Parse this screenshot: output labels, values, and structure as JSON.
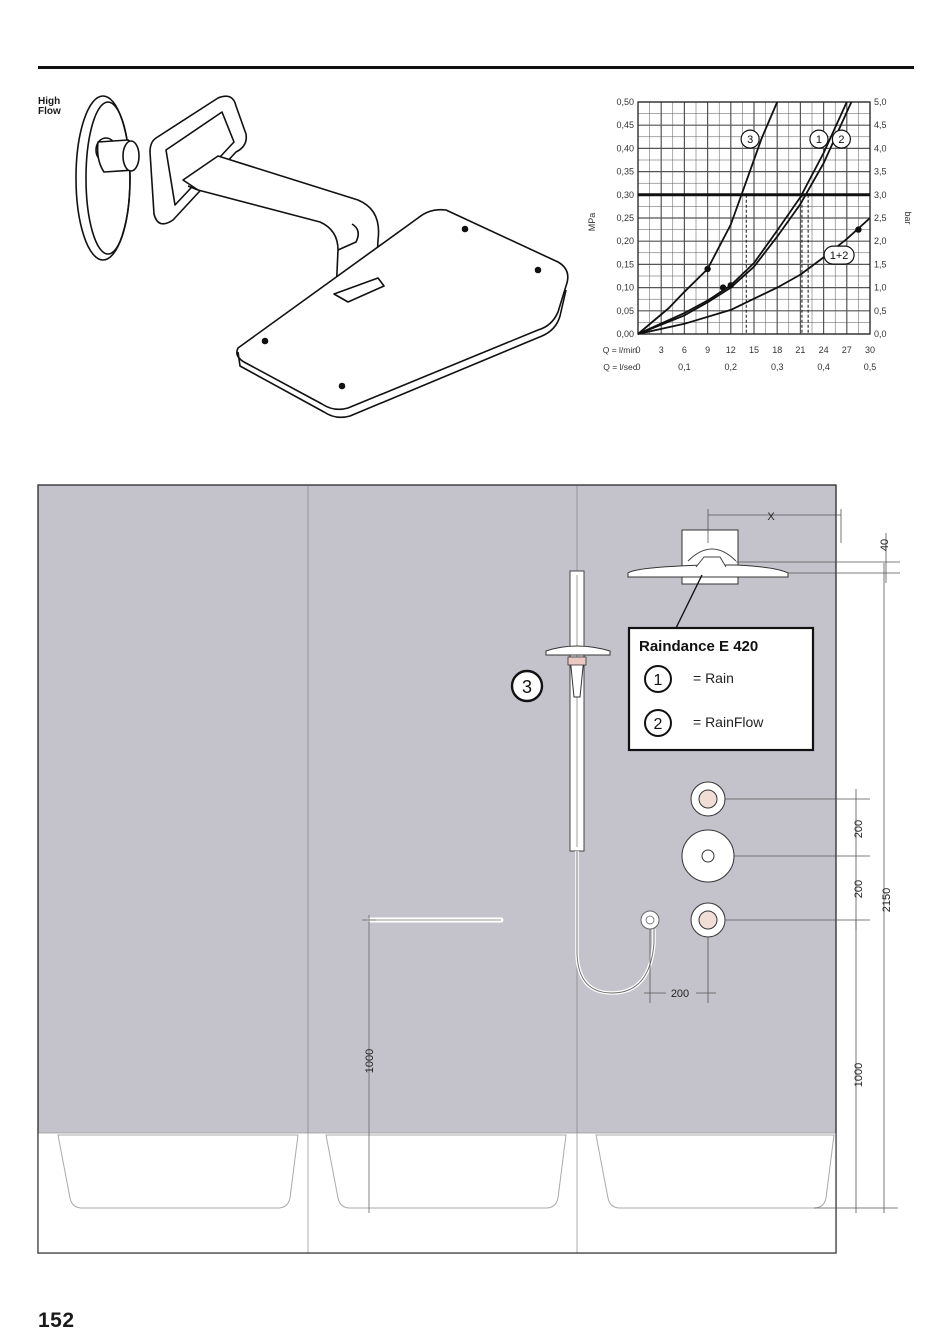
{
  "header": {
    "high_flow_line1": "High",
    "high_flow_line2": "Flow"
  },
  "page_number": "152",
  "chart_data": {
    "type": "line",
    "x_axis_rows": [
      {
        "label": "Q = l/min",
        "ticks": [
          "0",
          "3",
          "6",
          "9",
          "12",
          "15",
          "18",
          "21",
          "24",
          "27",
          "30"
        ]
      },
      {
        "label": "Q = l/sec",
        "ticks": [
          "0",
          "0,1",
          "0,2",
          "0,3",
          "0,4",
          "0,5"
        ]
      }
    ],
    "y_left": {
      "label": "MPa",
      "ticks": [
        "0,00",
        "0,05",
        "0,10",
        "0,15",
        "0,20",
        "0,25",
        "0,30",
        "0,35",
        "0,40",
        "0,45",
        "0,50"
      ]
    },
    "y_right": {
      "label": "bar",
      "ticks": [
        "0,0",
        "0,5",
        "1,0",
        "1,5",
        "2,0",
        "2,5",
        "3,0",
        "3,5",
        "4,0",
        "4,5",
        "5,0"
      ]
    },
    "xlim": [
      0,
      30
    ],
    "ylim": [
      0,
      0.5
    ],
    "reference_line_y": 0.3,
    "grid": true,
    "series": [
      {
        "name": "3",
        "x": [
          0,
          4,
          6,
          9,
          12,
          14,
          16,
          18
        ],
        "y": [
          0,
          0.056,
          0.091,
          0.14,
          0.236,
          0.329,
          0.422,
          0.5
        ],
        "marker_x": 9,
        "marker_y": 0.14,
        "ref_x": 14
      },
      {
        "name": "1",
        "x": [
          0,
          6,
          9,
          12,
          15,
          18,
          21,
          24,
          27
        ],
        "y": [
          0,
          0.045,
          0.072,
          0.105,
          0.153,
          0.223,
          0.295,
          0.39,
          0.5
        ],
        "marker_x": 12,
        "marker_y": 0.105,
        "ref_x": 21.2
      },
      {
        "name": "2",
        "x": [
          0,
          6,
          9,
          12,
          15,
          18,
          21,
          24,
          27.6
        ],
        "y": [
          0,
          0.04,
          0.068,
          0.1,
          0.145,
          0.21,
          0.28,
          0.368,
          0.5
        ],
        "marker_x": 11,
        "marker_y": 0.1,
        "ref_x": 22
      },
      {
        "name": "1+2",
        "x": [
          0,
          6,
          12,
          15,
          18,
          21,
          24,
          27,
          30
        ],
        "y": [
          0,
          0.022,
          0.052,
          0.076,
          0.1,
          0.128,
          0.165,
          0.205,
          0.25
        ],
        "marker_x": 28.5,
        "marker_y": 0.225
      }
    ]
  },
  "plan": {
    "product_box": {
      "title": "Raindance E 420",
      "items": [
        {
          "num": "1",
          "label": "= Rain"
        },
        {
          "num": "2",
          "label": "= RainFlow"
        }
      ]
    },
    "callout_3": "3",
    "dimensions": {
      "x": "X",
      "d40": "40",
      "d200_top": "200",
      "d200_mid": "200",
      "d2150": "2150",
      "d200_horizontal": "200",
      "d1000_left": "1000",
      "d1000_right": "1000"
    }
  }
}
